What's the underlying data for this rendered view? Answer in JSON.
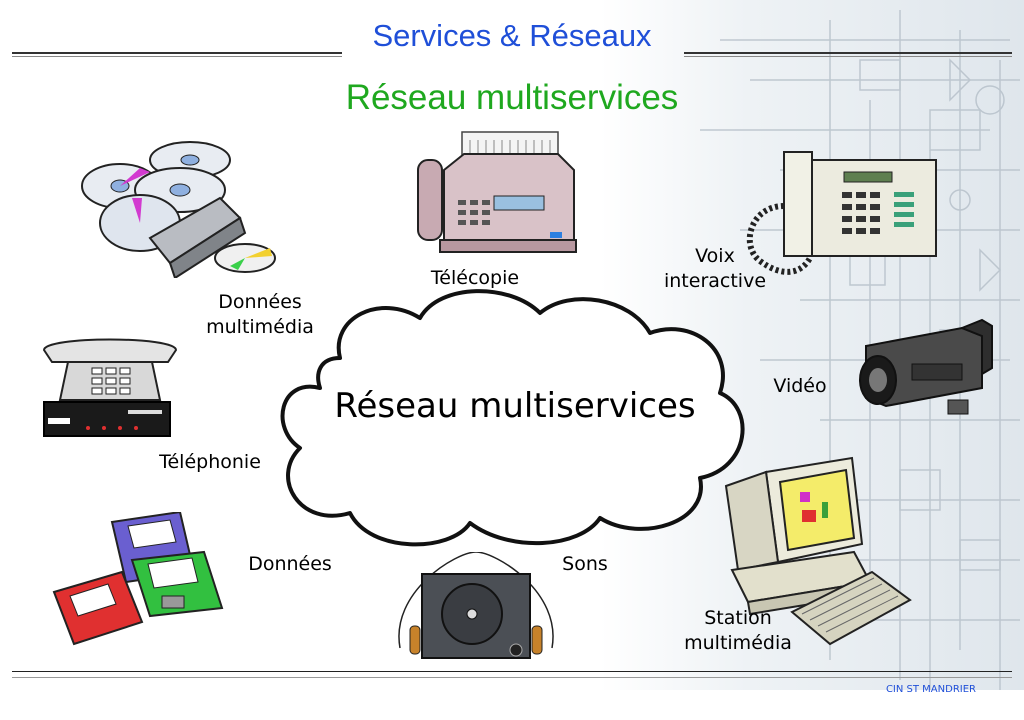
{
  "header": {
    "title": "Services & Réseaux"
  },
  "slide": {
    "subtitle": "Réseau multiservices"
  },
  "diagram": {
    "center": "Réseau multiservices",
    "nodes": [
      {
        "id": "donnees-multimedia",
        "lines": [
          "Données",
          "multimédia"
        ]
      },
      {
        "id": "telecopie",
        "lines": [
          "Télécopie"
        ]
      },
      {
        "id": "voix-interactive",
        "lines": [
          "Voix",
          "interactive"
        ]
      },
      {
        "id": "video",
        "lines": [
          "Vidéo"
        ]
      },
      {
        "id": "telephonie",
        "lines": [
          "Téléphonie"
        ]
      },
      {
        "id": "donnees",
        "lines": [
          "Données"
        ]
      },
      {
        "id": "sons",
        "lines": [
          "Sons"
        ]
      },
      {
        "id": "station-multimedia",
        "lines": [
          "Station",
          "multimédia"
        ]
      }
    ]
  },
  "footer": {
    "text": "CIN ST MANDRIER"
  }
}
